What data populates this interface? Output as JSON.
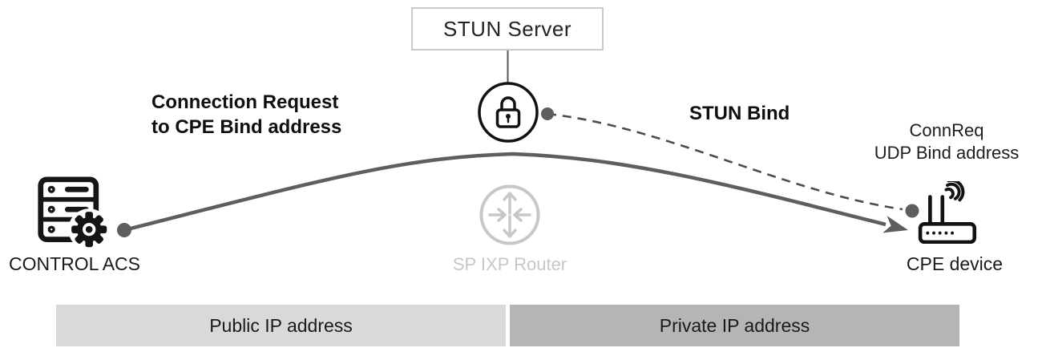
{
  "nodes": {
    "stun_server": "STUN Server",
    "control_acs": "CONTROL ACS",
    "sp_router": "SP IXP Router",
    "cpe_device": "CPE device"
  },
  "annotations": {
    "connection_request_line1": "Connection Request",
    "connection_request_line2": "to CPE Bind address",
    "stun_bind": "STUN Bind",
    "connreq_line1": "ConnReq",
    "connreq_line2": "UDP Bind address"
  },
  "zones": {
    "public": "Public IP address",
    "private": "Private IP address"
  },
  "icons": {
    "acs": "server-gear-icon",
    "stun": "lock-icon",
    "sp": "router-crossroads-icon",
    "cpe": "wifi-router-icon"
  },
  "colors": {
    "line_gray": "#5e5e5e",
    "dash_gray": "#4c4c4c",
    "muted_gray": "#c7c7c7",
    "public_bar": "#d9d9d9",
    "private_bar": "#b5b5b5",
    "ink": "#151515",
    "box_border": "#c9c9c9"
  }
}
